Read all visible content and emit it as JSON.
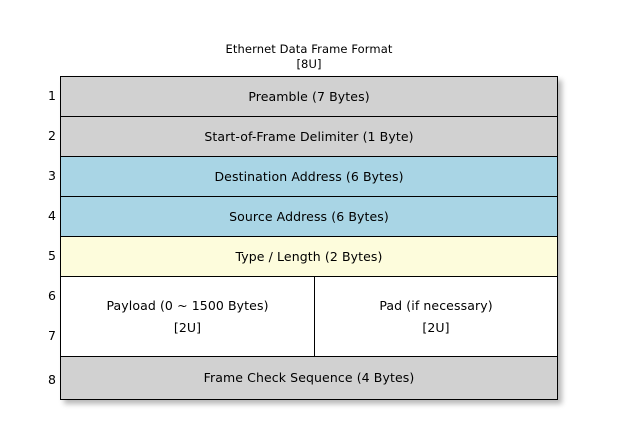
{
  "title": {
    "main": "Ethernet Data Frame Format",
    "unit": "[8U]"
  },
  "colors": {
    "gray": "#d1d1d1",
    "blue": "#a9d5e5",
    "cream": "#fdfcdc",
    "white": "#ffffff",
    "border": "#000000",
    "page_background": "#ffffff"
  },
  "row_numbers": [
    "1",
    "2",
    "3",
    "4",
    "5",
    "6",
    "7",
    "8"
  ],
  "rows": [
    {
      "number": "1",
      "label": "Preamble (7 Bytes)",
      "fill": "gray"
    },
    {
      "number": "2",
      "label": "Start-of-Frame Delimiter (1 Byte)",
      "fill": "gray"
    },
    {
      "number": "3",
      "label": "Destination Address (6 Bytes)",
      "fill": "blue"
    },
    {
      "number": "4",
      "label": "Source Address (6 Bytes)",
      "fill": "blue"
    },
    {
      "number": "5",
      "label": "Type / Length (2 Bytes)",
      "fill": "cream"
    },
    {
      "number": "8",
      "label": "Frame Check Sequence (4 Bytes)",
      "fill": "gray"
    }
  ],
  "split_section": {
    "numbers": [
      "6",
      "7"
    ],
    "fill": "white",
    "left": {
      "label": "Payload (0 ~ 1500 Bytes)",
      "unit": "[2U]"
    },
    "right": {
      "label": "Pad (if necessary)",
      "unit": "[2U]"
    }
  }
}
